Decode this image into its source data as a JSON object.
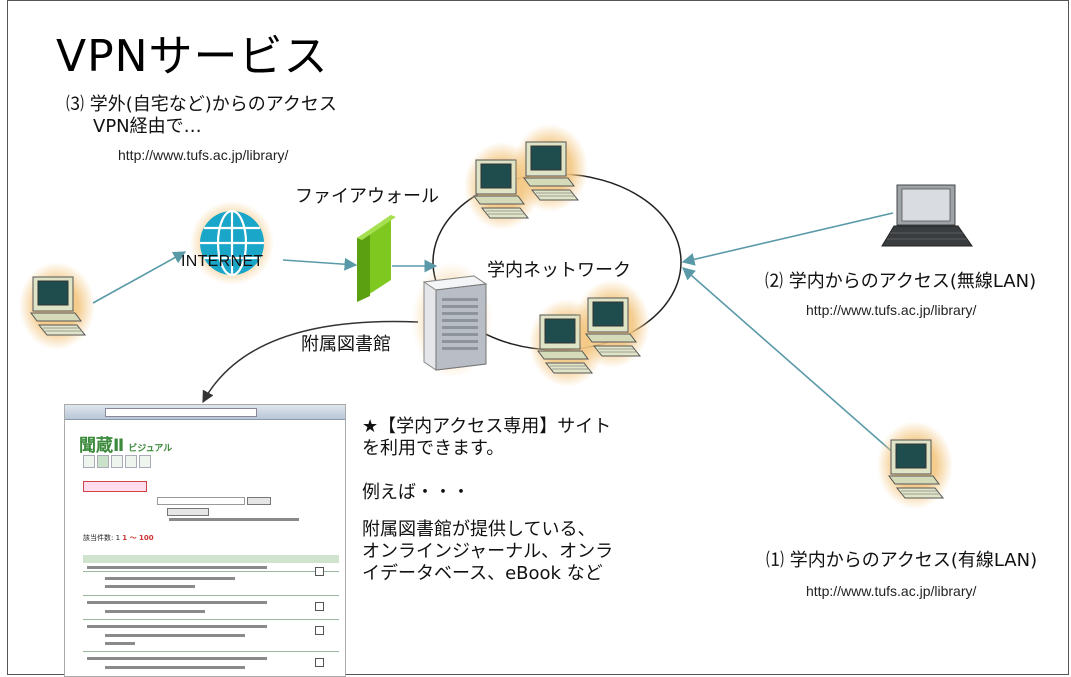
{
  "title": "VPNサービス",
  "external": {
    "line1": "⑶ 学外(自宅など)からのアクセス",
    "line2": "VPN経由で…",
    "url": "http://www.tufs.ac.jp/library/"
  },
  "firewall_label": "ファイアウォール",
  "internet_label": "INTERNET",
  "campus_network_label": "学内ネットワーク",
  "library_label": "附属図書館",
  "wireless": {
    "label": "⑵ 学内からのアクセス(無線LAN)",
    "url": "http://www.tufs.ac.jp/library/"
  },
  "wired": {
    "label": "⑴ 学内からのアクセス(有線LAN)",
    "url": "http://www.tufs.ac.jp/library/"
  },
  "info": {
    "line1": "★【学内アクセス専用】サイト",
    "line1b": "を利用できます。",
    "line2": "例えば・・・",
    "line3": "附属図書館が提供している、",
    "line3b": "オンラインジャーナル、オンラ",
    "line3c": "イデータベース、eBook など"
  },
  "screenshot": {
    "logo": "聞蔵Ⅱ",
    "logo_sub": "ビジュアル",
    "hits_prefix": "該当件数: 1",
    "hits_value": "1 ～ 100"
  },
  "colors": {
    "arrow": "#5a9aa8",
    "firewall": "#7ec820",
    "globe": "#1aa6c8",
    "glow": "#f0c070"
  }
}
